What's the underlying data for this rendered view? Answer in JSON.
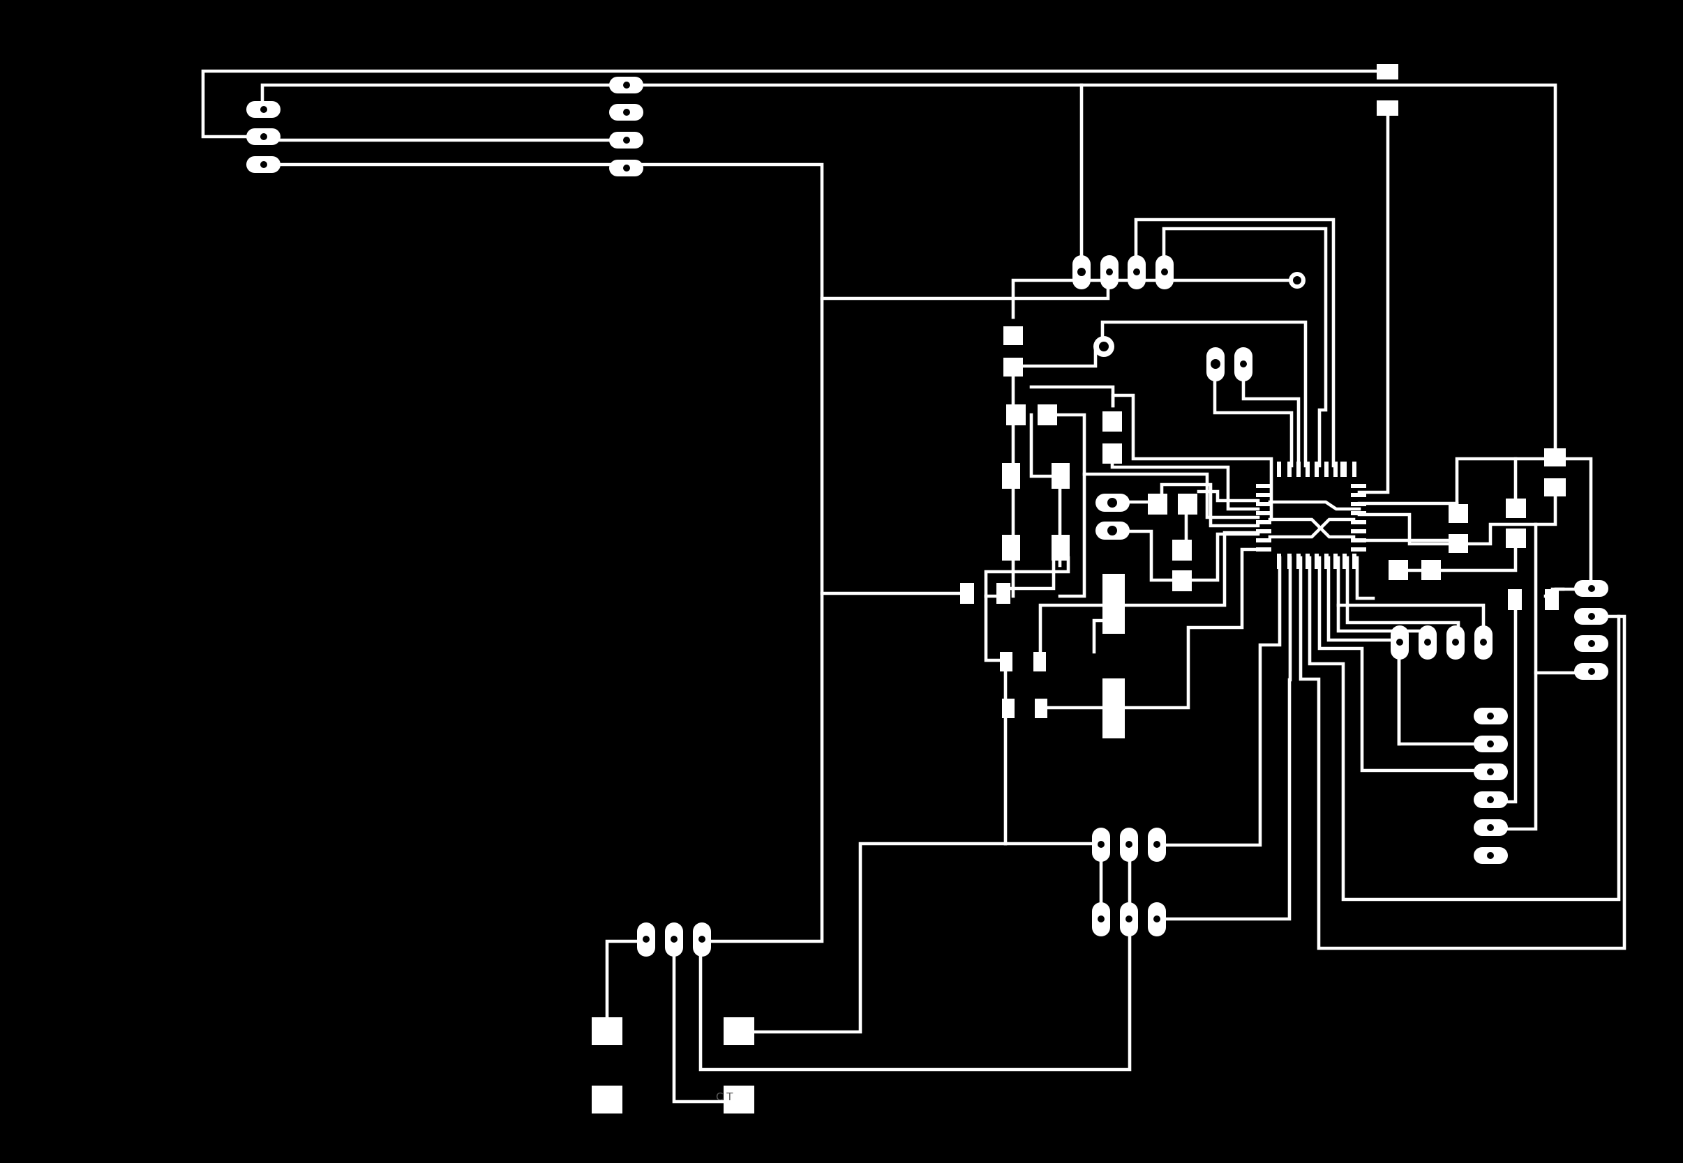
{
  "board": {
    "background": "#000000",
    "copper_color": "#ffffff",
    "part_label": "C        T"
  },
  "chart_data": {
    "type": "pcb-trace-layout",
    "components": [
      "header-top-left-left",
      "header-top-left-right",
      "header-top-4pin",
      "header-right-4pin",
      "header-right-6pin",
      "header-bottom-4pin",
      "header-middle-2x3",
      "header-bottom-3pin",
      "microcontroller-qfn"
    ]
  }
}
